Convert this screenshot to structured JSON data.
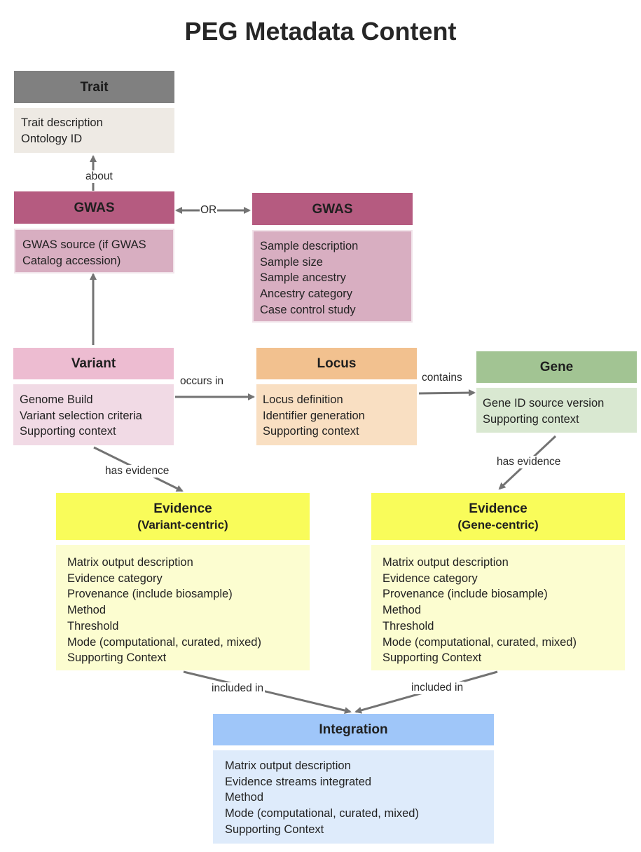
{
  "title": "PEG Metadata Content",
  "colors": {
    "trait_head": "#808080",
    "trait_body": "#eeeae4",
    "gwas_head": "#b55b80",
    "gwas_body": "#d8aec1",
    "variant_head": "#edbcd1",
    "variant_body": "#f1dae5",
    "locus_head": "#f2c18f",
    "locus_body": "#f9dfc2",
    "gene_head": "#a2c493",
    "gene_body": "#d9e8d1",
    "evidence_head": "#f9fc5a",
    "evidence_body": "#fcfdd0",
    "integration_head": "#9fc6f9",
    "integration_body": "#deebfb",
    "arrow": "#737373"
  },
  "trait": {
    "title": "Trait",
    "lines": [
      "Trait description",
      "Ontology ID"
    ]
  },
  "gwas_left": {
    "title": "GWAS",
    "lines": [
      "GWAS source (if GWAS",
      "Catalog accession)"
    ]
  },
  "gwas_right": {
    "title": "GWAS",
    "lines": [
      "Sample description",
      "Sample size",
      "Sample ancestry",
      "Ancestry category",
      "Case control study"
    ]
  },
  "variant": {
    "title": "Variant",
    "lines": [
      "Genome Build",
      "Variant selection criteria",
      "Supporting context"
    ]
  },
  "locus": {
    "title": "Locus",
    "lines": [
      "Locus definition",
      "Identifier generation",
      "Supporting context"
    ]
  },
  "gene": {
    "title": "Gene",
    "lines": [
      "Gene ID source version",
      "Supporting context"
    ]
  },
  "evidence_variant": {
    "title": "Evidence",
    "subtitle": "(Variant-centric)",
    "lines": [
      "Matrix output description",
      "Evidence category",
      "Provenance (include biosample)",
      "Method",
      "Threshold",
      "Mode (computational, curated, mixed)",
      "Supporting Context"
    ]
  },
  "evidence_gene": {
    "title": "Evidence",
    "subtitle": "(Gene-centric)",
    "lines": [
      "Matrix output description",
      "Evidence category",
      "Provenance (include biosample)",
      "Method",
      "Threshold",
      "Mode (computational, curated, mixed)",
      "Supporting Context"
    ]
  },
  "integration": {
    "title": "Integration",
    "lines": [
      "Matrix output description",
      "Evidence streams integrated",
      "Method",
      "Mode (computational, curated, mixed)",
      "Supporting Context"
    ]
  },
  "edges": {
    "about": "about",
    "or": "OR",
    "occurs_in": "occurs in",
    "contains": "contains",
    "has_evidence_variant": "has evidence",
    "has_evidence_gene": "has evidence",
    "included_in_left": "included in",
    "included_in_right": "included in"
  }
}
